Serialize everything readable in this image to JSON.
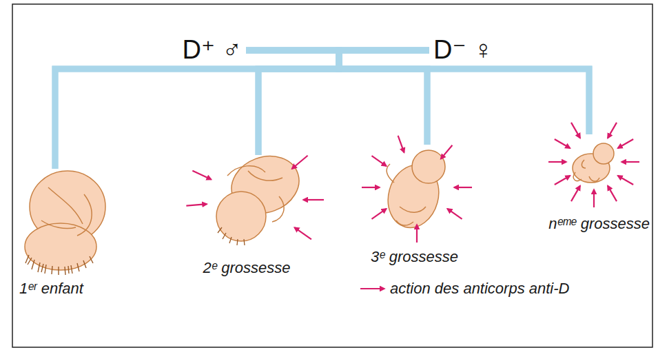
{
  "diagram": {
    "nodes": [
      {
        "text": [
          "D⁺ ♂"
        ]
      },
      {
        "text": [
          "D⁻ ♀"
        ]
      },
      {
        "text": [
          "1ᵉʳ enfant"
        ]
      },
      {
        "text": [
          "2ᵉ grossesse"
        ]
      },
      {
        "text": [
          "3ᵉ grossesse"
        ]
      },
      {
        "text": [
          "nᵉᵐᵉ grossesse"
        ]
      }
    ],
    "edges": [
      {
        "from": 0,
        "to": 2,
        "arrow": "none"
      },
      {
        "from": 0,
        "to": 3,
        "arrow": "none"
      },
      {
        "from": 0,
        "to": 4,
        "arrow": "none"
      },
      {
        "from": 0,
        "to": 5,
        "arrow": "none"
      },
      {
        "from": 1,
        "to": 2,
        "arrow": "none"
      },
      {
        "from": 1,
        "to": 3,
        "arrow": "none"
      },
      {
        "from": 1,
        "to": 4,
        "arrow": "none"
      },
      {
        "from": 1,
        "to": 5,
        "arrow": "none"
      }
    ],
    "legend": [
      {
        "text": "action des anticorps anti-D"
      }
    ]
  }
}
